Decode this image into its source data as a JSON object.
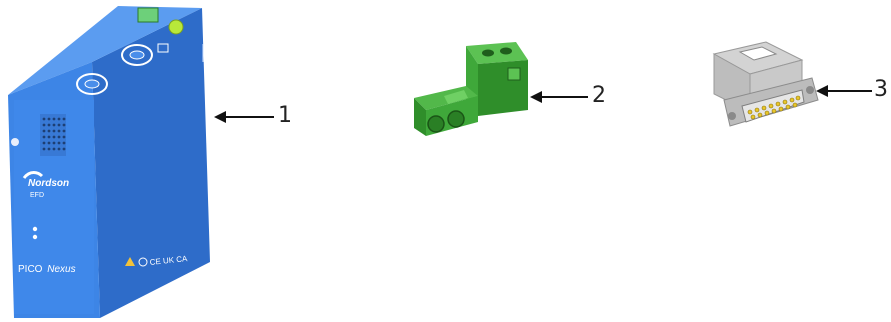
{
  "device": {
    "brand": "Nordson",
    "sub_brand": "EFD",
    "product": "PICO Nexus",
    "product_prefix": "PICO",
    "product_name": "Nexus",
    "cert_marks": "CE UK CA",
    "color_body": "#3f86e8",
    "color_side": "#2f6fd0",
    "color_top": "#5a9cf0"
  },
  "terminal_block": {
    "color": "#3fa83a"
  },
  "dsub_connector": {
    "color_shell": "#c7c7c7",
    "color_pins": "#e8c62a"
  },
  "callouts": [
    {
      "number": "1",
      "target": "controller"
    },
    {
      "number": "2",
      "target": "terminal-block"
    },
    {
      "number": "3",
      "target": "d-sub-connector"
    }
  ]
}
